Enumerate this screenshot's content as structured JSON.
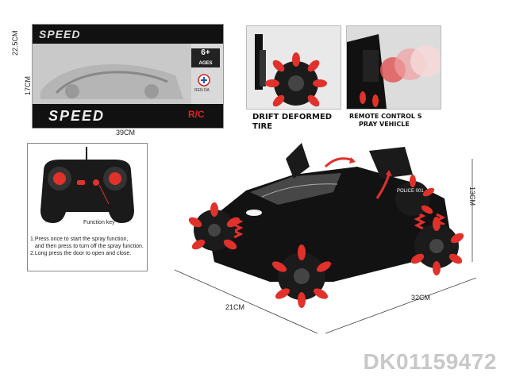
{
  "package": {
    "brand": "SPEED",
    "age_label": "6+",
    "age_sub": "AGES",
    "maker_text": "REN DA",
    "rc_label": "R/C",
    "height_label": "22.5CM",
    "depth_label": "17CM",
    "width_label": "39CM"
  },
  "features": [
    {
      "caption": "DRIFT DEFORMED TIRE"
    },
    {
      "caption_line1": "REMOTE CONTROL S",
      "caption_line2": "PRAY VEHICLE"
    }
  ],
  "remote": {
    "function_key_label": "Function key",
    "instructions": [
      "1.Press once to start the spray function,",
      "and then press to turn off the spray function.",
      "2.Long press the door to open and close."
    ]
  },
  "car": {
    "length_label": "32CM",
    "width_label": "21CM",
    "height_label": "13CM",
    "side_text": "POLICE 001"
  },
  "product_code": "DK01159472",
  "colors": {
    "accent_red": "#e0312b",
    "body_black": "#121212"
  }
}
